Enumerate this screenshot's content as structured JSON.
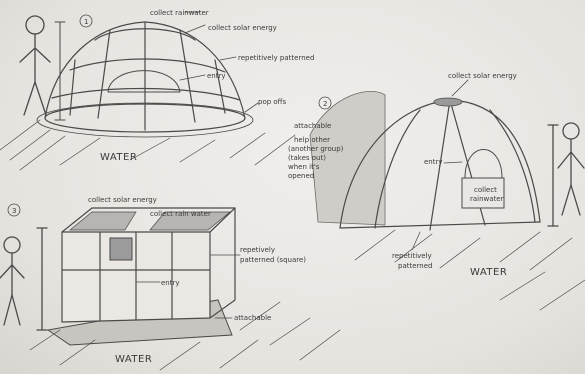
{
  "sketch1": {
    "number": "1",
    "collect_rainwater": "collect rainwater",
    "collect_solar": "collect solar energy",
    "entry": "entry",
    "repetitively_patterned": "repetitively patterned",
    "pop_offs": "pop offs",
    "water": "WATER"
  },
  "sketch2": {
    "number": "2",
    "collect_solar": "collect solar energy",
    "attachable": "attachable",
    "help_other_1": "help other",
    "help_other_2": "(another group)",
    "help_other_3": "(takes out)",
    "help_other_4": "when it's",
    "help_other_5": "opened",
    "entry": "entry",
    "collect_rainwater_1": "collect",
    "collect_rainwater_2": "rainwater",
    "repetitively_patterned_1": "repetitively",
    "repetitively_patterned_2": "patterned",
    "water": "WATER"
  },
  "sketch3": {
    "number": "3",
    "collect_solar": "collect solar energy",
    "collect_rain": "collect rain water",
    "repetitively_1": "repetively",
    "repetitively_2": "patterned (square)",
    "entry": "entry",
    "attachable": "attachable",
    "water": "WATER"
  }
}
